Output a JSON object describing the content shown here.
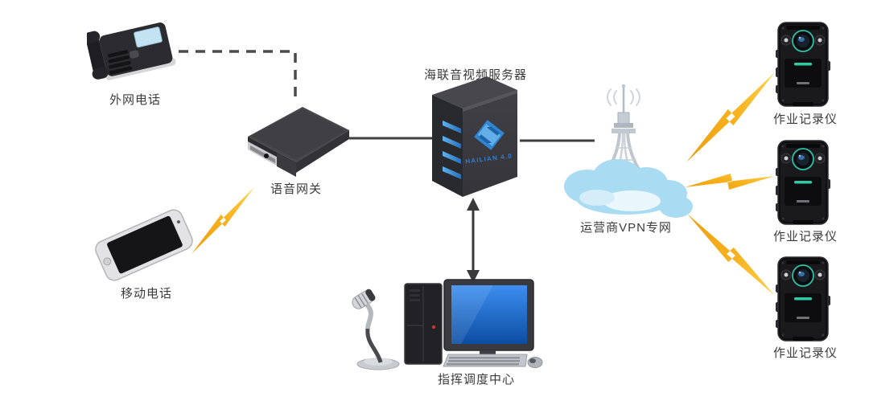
{
  "diagram": {
    "nodes": {
      "external_phone": {
        "label": "外网电话",
        "icon": "desk-phone-icon"
      },
      "voice_gateway": {
        "label": "语音网关",
        "icon": "gateway-box-icon"
      },
      "mobile_phone": {
        "label": "移动电话",
        "icon": "smartphone-icon"
      },
      "video_server": {
        "label": "海联音视频服务器",
        "logo_text": "HAILIAN 4.0",
        "icon": "server-tower-icon"
      },
      "vpn_network": {
        "label": "运营商VPN专网",
        "icon": "cloud-radio-tower-icon"
      },
      "dispatch_center": {
        "label": "指挥调度中心",
        "icon": "workstation-icon"
      },
      "recorders": [
        {
          "label": "作业记录仪"
        },
        {
          "label": "作业记录仪"
        },
        {
          "label": "作业记录仪"
        }
      ]
    },
    "links": [
      {
        "from": "external_phone",
        "to": "voice_gateway",
        "style": "dashed"
      },
      {
        "from": "mobile_phone",
        "to": "voice_gateway",
        "style": "lightning"
      },
      {
        "from": "voice_gateway",
        "to": "video_server",
        "style": "solid"
      },
      {
        "from": "video_server",
        "to": "vpn_network",
        "style": "solid"
      },
      {
        "from": "video_server",
        "to": "dispatch_center",
        "style": "double-arrow"
      },
      {
        "from": "vpn_network",
        "to": "recorder-1",
        "style": "lightning"
      },
      {
        "from": "vpn_network",
        "to": "recorder-2",
        "style": "lightning"
      },
      {
        "from": "vpn_network",
        "to": "recorder-3",
        "style": "lightning"
      }
    ],
    "colors": {
      "line": "#3f3f3f",
      "label": "#3b3b3b",
      "bolt_gold": "#F2A117",
      "bolt_light": "#FFD24F",
      "cloud_blue": "#A9DCF2",
      "logo_blue": "#2E86D0",
      "screen_blue": "#1565C8",
      "recorder_teal": "#2FC9A4"
    }
  }
}
